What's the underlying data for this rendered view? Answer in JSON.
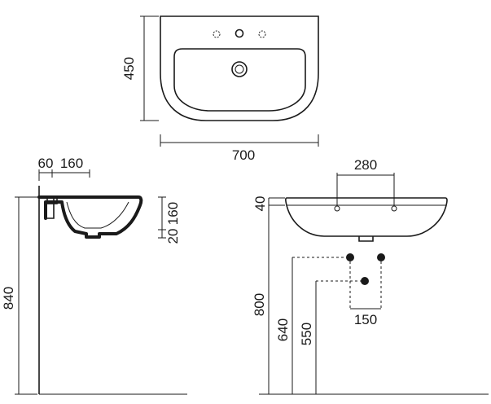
{
  "dimensions": {
    "top_width": "700",
    "top_depth": "450",
    "side_wall_offset": "60",
    "side_basin_depth": "160",
    "side_rim_thickness": "20",
    "side_rim_height": "160",
    "side_total_height": "840",
    "front_tap_spacing": "280",
    "front_rim": "40",
    "front_height_800": "800",
    "front_height_640": "640",
    "front_height_550": "550",
    "front_supply_spacing": "150"
  }
}
